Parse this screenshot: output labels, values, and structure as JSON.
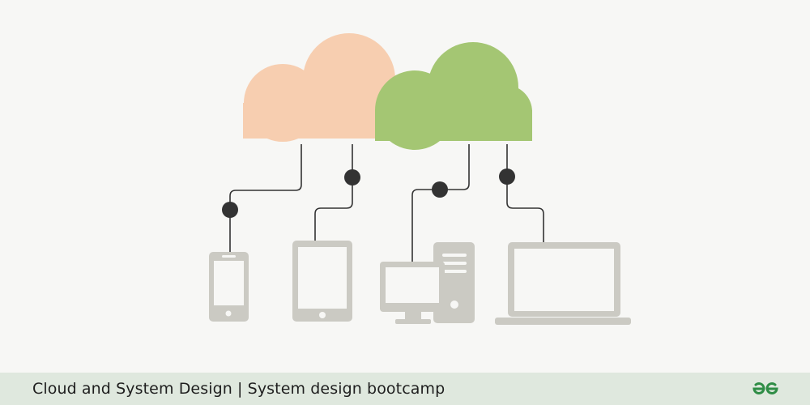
{
  "colors": {
    "background": "#f7f7f5",
    "cloud_left": "#f7ceb0",
    "cloud_right": "#a4c673",
    "wire": "#333333",
    "node": "#333333",
    "device": "#cbcac3",
    "footer_bg": "#dfe8de",
    "logo": "#2f8d46"
  },
  "diagram": {
    "clouds": [
      {
        "name": "left-cloud",
        "color": "#f7ceb0"
      },
      {
        "name": "right-cloud",
        "color": "#a4c673"
      }
    ],
    "devices": [
      {
        "name": "smartphone-icon"
      },
      {
        "name": "tablet-icon"
      },
      {
        "name": "desktop-computer-icon"
      },
      {
        "name": "laptop-icon"
      }
    ]
  },
  "footer": {
    "title": "Cloud and System Design | System design bootcamp",
    "logo_icon": "gfg-logo-icon"
  }
}
